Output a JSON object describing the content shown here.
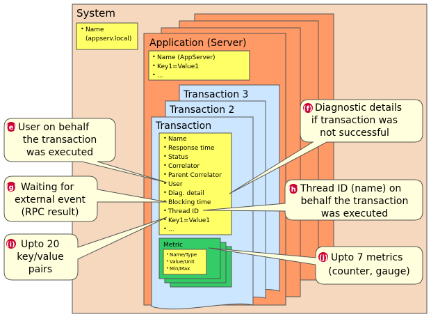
{
  "system": {
    "title": "System",
    "props": [
      "Name",
      "(appserv.local)"
    ]
  },
  "application": {
    "title": "Application (Server)",
    "props": [
      "Name (AppServer)",
      "Key1=Value1",
      "..."
    ]
  },
  "transactions": {
    "t3_title": "Transaction 3",
    "t2_title": "Transaction 2",
    "t1_title": "Transaction",
    "props": [
      "Name",
      "Response time",
      "Status",
      "Correlator",
      "Parent Correlator",
      "User",
      "Diag. detail",
      "Blocking time",
      "Thread ID",
      "Key1=Value1",
      "..."
    ]
  },
  "metric": {
    "title": "Metric",
    "props": [
      "Name/Type",
      "Value/Unit",
      "Min/Max"
    ]
  },
  "callouts": {
    "e": {
      "letter": "(e)",
      "lines": [
        "User on behalf",
        "the transaction",
        "was executed"
      ]
    },
    "f": {
      "letter": "(f)",
      "lines": [
        "Diagnostic details",
        "if transaction was",
        "not successful"
      ]
    },
    "g": {
      "letter": "(g)",
      "lines": [
        "Waiting for",
        "external event",
        "(RPC result)"
      ]
    },
    "h": {
      "letter": "(h)",
      "lines": [
        "Thread ID (name) on",
        "behalf the transaction",
        "was executed"
      ]
    },
    "i": {
      "letter": "(i)",
      "lines": [
        "Upto 20",
        "key/value",
        "pairs"
      ]
    },
    "j": {
      "letter": "(j)",
      "lines": [
        "Upto 7 metrics",
        "(counter, gauge)"
      ]
    }
  },
  "colors": {
    "system_fill": "#f5d8bd",
    "application_fill": "#ff9966",
    "transaction_fill": "#cce6ff",
    "note_fill": "#ffff66",
    "metric_fill": "#33cc66",
    "callout_fill": "#ffffdd",
    "badge_fill": "#cc0033"
  }
}
